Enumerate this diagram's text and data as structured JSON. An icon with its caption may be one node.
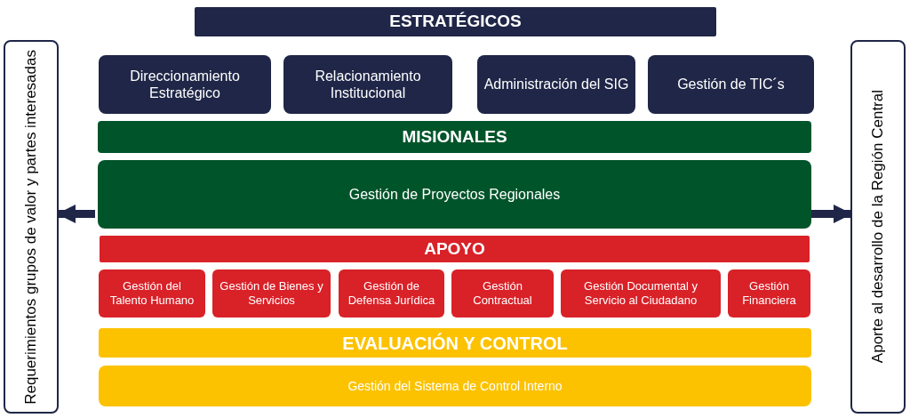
{
  "diagram": {
    "nodes": [
      {
        "text": [
          "ESTRATÉGICOS"
        ]
      },
      {
        "text": [
          "Direccionamiento Estratégico"
        ]
      },
      {
        "text": [
          "Relacionamiento Institucional"
        ]
      },
      {
        "text": [
          "Administración del SIG"
        ]
      },
      {
        "text": [
          "Gestión de TIC´s"
        ]
      },
      {
        "text": [
          "MISIONALES"
        ]
      },
      {
        "text": [
          "Gestión de Proyectos Regionales"
        ]
      },
      {
        "text": [
          "APOYO"
        ]
      },
      {
        "text": [
          "Gestión del Talento Humano"
        ]
      },
      {
        "text": [
          "Gestión de Bienes y Servicios"
        ]
      },
      {
        "text": [
          "Gestión de Defensa Jurídica"
        ]
      },
      {
        "text": [
          "Gestión Contractual"
        ]
      },
      {
        "text": [
          "Gestión Documental y Servicio al Ciudadano"
        ]
      },
      {
        "text": [
          "Gestión Financiera"
        ]
      },
      {
        "text": [
          "EVALUACIÓN Y CONTROL"
        ]
      },
      {
        "text": [
          "Gestión del Sistema de Control Interno"
        ]
      },
      {
        "text": [
          "Requerimientos grupos de valor y partes interesadas"
        ]
      },
      {
        "text": [
          "Aporte al desarrollo de la Región Central"
        ]
      }
    ],
    "edges": [
      {
        "from": 6,
        "to": 16,
        "arrow": "to"
      },
      {
        "from": 6,
        "to": 17,
        "arrow": "to"
      }
    ]
  }
}
